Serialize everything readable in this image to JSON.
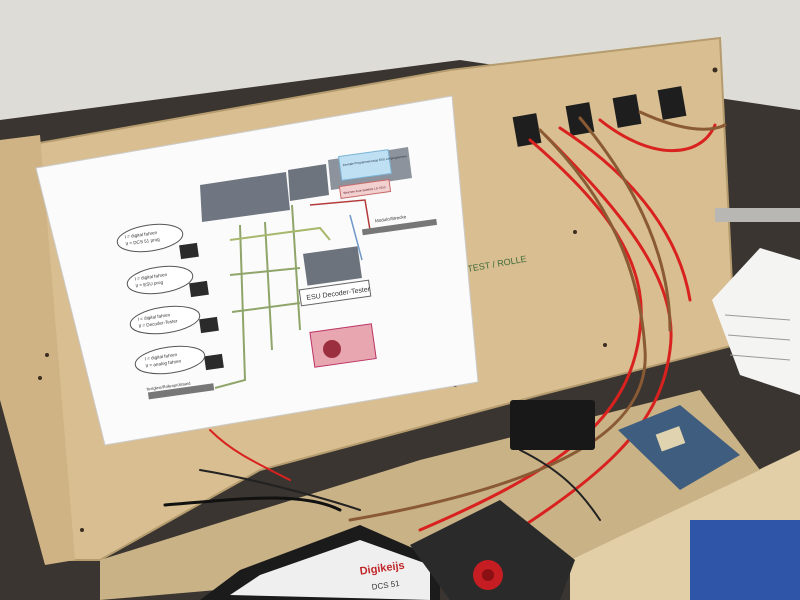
{
  "scene": {
    "description_free": true
  },
  "paper": {
    "bubble_1": {
      "line1": "I = digital fahren",
      "line2": "II = DCS 51 prog"
    },
    "bubble_2": {
      "line1": "I = digital fahren",
      "line2": "II = ESU prog"
    },
    "bubble_3": {
      "line1": "I = digital fahren",
      "line2": "II = Decoder-Tester"
    },
    "bubble_4": {
      "line1": "I = digital fahren",
      "line2": "II = analog fahren"
    },
    "module_label": "Modulo/Strecke",
    "tester_label": "ESU Decoder-Tester",
    "track_label": "Testgleis/Rollenprüfstand",
    "info_box": "Zentrale Programmierungs ESU Lokprogrammer",
    "note_box": "Weichen-/Lok-Selektor LS-7010"
  },
  "board": {
    "pencil_text": "TEST / ROLLE"
  },
  "controller": {
    "brand": "Digikeijs",
    "model": "DCS 51"
  },
  "colors": {
    "wood": "#d9bf93",
    "wire_red": "#d9221f",
    "wire_brown": "#8a5a34",
    "paper": "#fbfbfb"
  }
}
